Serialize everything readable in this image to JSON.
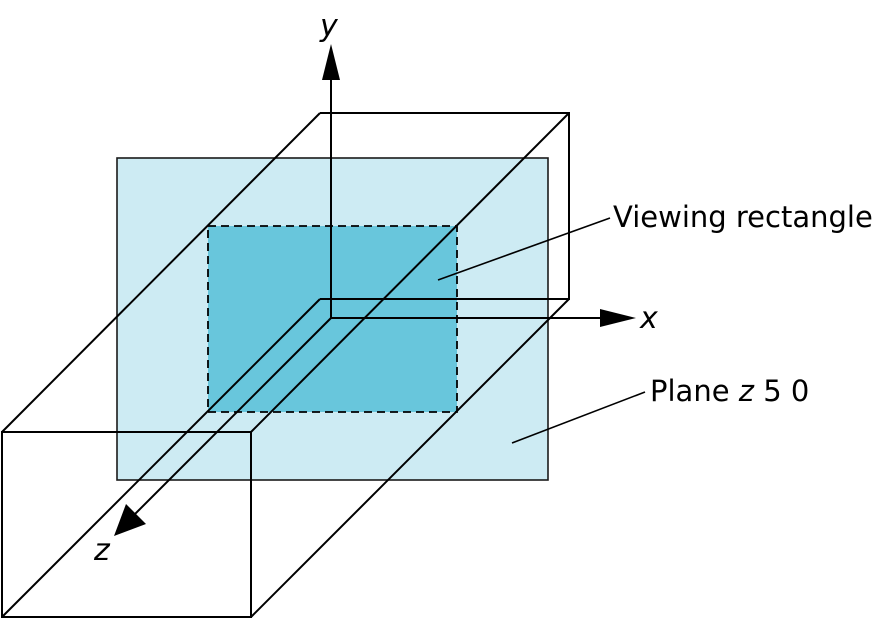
{
  "axes": {
    "x_label": "x",
    "y_label": "y",
    "z_label": "z"
  },
  "callouts": {
    "viewing_rectangle": "Viewing rectangle",
    "plane_prefix": "Plane ",
    "plane_variable": "z",
    "plane_suffix": " 5 0"
  },
  "colors": {
    "plane_fill": "#cdebf3",
    "plane_stroke": "#1a1a1a",
    "viewing_rect_fill": "#68c6dc",
    "line": "#000000",
    "background": "#ffffff"
  }
}
